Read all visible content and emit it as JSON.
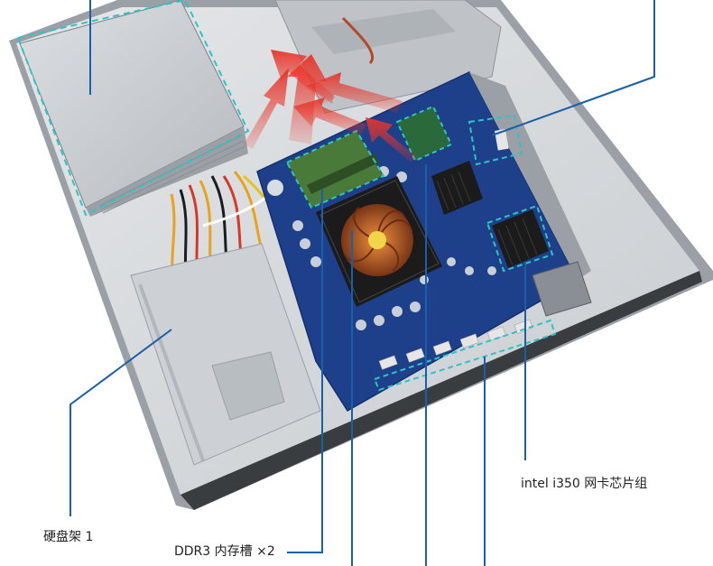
{
  "labels": {
    "hdd_bracket": "硬盘架 1",
    "ddr3_slots": "DDR3 内存槽 ×2",
    "nic_chipset": "intel i350 网卡芯片组"
  },
  "colors": {
    "leader_line": "#1a5fa8",
    "highlight_dash": "#2ec4c4",
    "airflow_arrow": "#e8352a",
    "chassis_steel": "#c9cdd1",
    "chassis_floor": "#d9dcdf",
    "motherboard": "#1e3f8a",
    "heatsink": "#1b1b1b",
    "fan_copper": "#c9622a",
    "ram_green": "#4a7a3a",
    "psu_silver": "#c5c8cc"
  },
  "icons": {
    "cpu_fan": "fan-icon",
    "airflow": "arrow-up-icon"
  }
}
